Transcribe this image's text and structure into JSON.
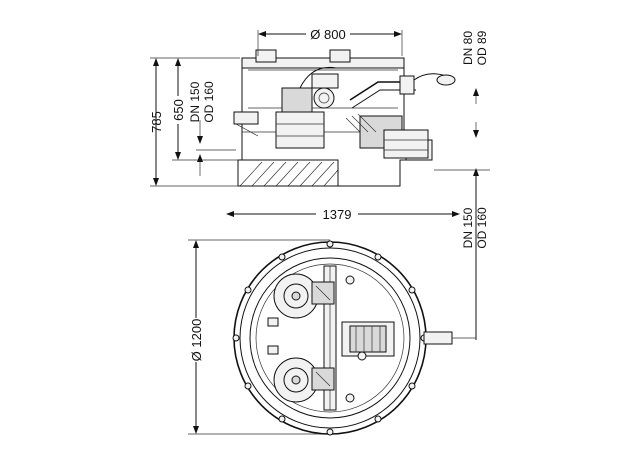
{
  "dimensions": {
    "top_width": "Ø 800",
    "total_height": "785",
    "inner_height": "650",
    "overall_width": "1379",
    "plan_diameter": "Ø 1200"
  },
  "pipes": {
    "left_inlet": {
      "dn": "DN 150",
      "od": "OD 160"
    },
    "top_right_outlet": {
      "dn": "DN 80",
      "od": "OD 89"
    },
    "bottom_right_inlet": {
      "dn": "DN 150",
      "od": "OD 160"
    }
  },
  "colors": {
    "line": "#111111",
    "background": "#ffffff",
    "shade": "#d9d9d9"
  }
}
